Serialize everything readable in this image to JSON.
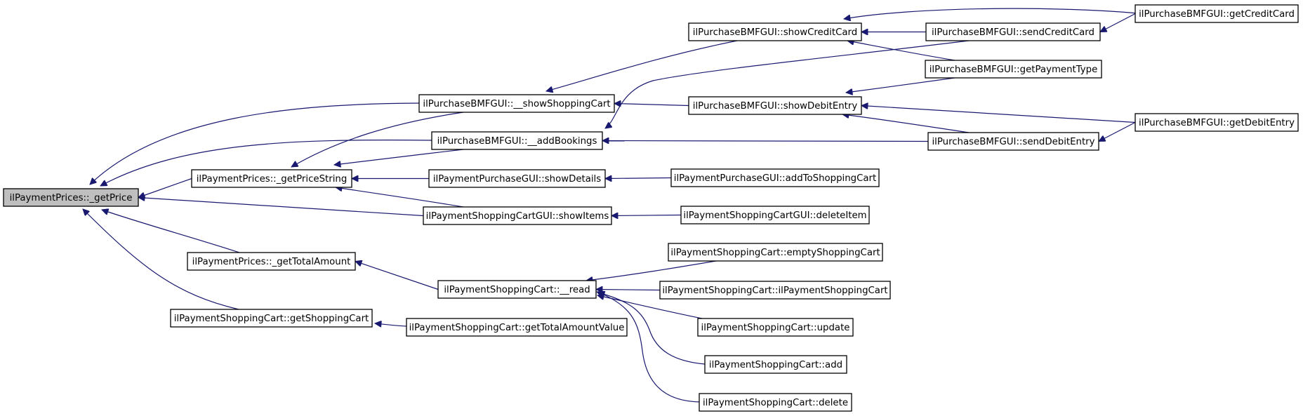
{
  "graph": {
    "edge_color": "#191970",
    "root_fill": "#bfbfbf",
    "nodes": [
      {
        "id": "getPrice",
        "label": "ilPaymentPrices::_getPrice",
        "root": true
      },
      {
        "id": "getPriceString",
        "label": "ilPaymentPrices::_getPriceString"
      },
      {
        "id": "getTotalAmount",
        "label": "ilPaymentPrices::_getTotalAmount"
      },
      {
        "id": "getShoppingCart",
        "label": "ilPaymentShoppingCart::getShoppingCart"
      },
      {
        "id": "showShoppingCart",
        "label": "ilPurchaseBMFGUI::__showShoppingCart"
      },
      {
        "id": "addBookings",
        "label": "ilPurchaseBMFGUI::__addBookings"
      },
      {
        "id": "showDetails",
        "label": "ilPaymentPurchaseGUI::showDetails"
      },
      {
        "id": "showItems",
        "label": "ilPaymentShoppingCartGUI::showItems"
      },
      {
        "id": "read",
        "label": "ilPaymentShoppingCart::__read"
      },
      {
        "id": "getTotalAmountValue",
        "label": "ilPaymentShoppingCart::getTotalAmountValue"
      },
      {
        "id": "showCreditCard",
        "label": "ilPurchaseBMFGUI::showCreditCard"
      },
      {
        "id": "showDebitEntry",
        "label": "ilPurchaseBMFGUI::showDebitEntry"
      },
      {
        "id": "addToShoppingCart",
        "label": "ilPaymentPurchaseGUI::addToShoppingCart"
      },
      {
        "id": "deleteItem",
        "label": "ilPaymentShoppingCartGUI::deleteItem"
      },
      {
        "id": "emptyShoppingCart",
        "label": "ilPaymentShoppingCart::emptyShoppingCart"
      },
      {
        "id": "ctor",
        "label": "ilPaymentShoppingCart::ilPaymentShoppingCart"
      },
      {
        "id": "update",
        "label": "ilPaymentShoppingCart::update"
      },
      {
        "id": "add",
        "label": "ilPaymentShoppingCart::add"
      },
      {
        "id": "delete",
        "label": "ilPaymentShoppingCart::delete"
      },
      {
        "id": "sendCreditCard",
        "label": "ilPurchaseBMFGUI::sendCreditCard"
      },
      {
        "id": "getPaymentType",
        "label": "ilPurchaseBMFGUI::getPaymentType"
      },
      {
        "id": "sendDebitEntry",
        "label": "ilPurchaseBMFGUI::sendDebitEntry"
      },
      {
        "id": "getCreditCard",
        "label": "ilPurchaseBMFGUI::getCreditCard"
      },
      {
        "id": "getDebitEntry",
        "label": "ilPurchaseBMFGUI::getDebitEntry"
      }
    ],
    "edges": [
      {
        "from": "getPriceString",
        "to": "getPrice"
      },
      {
        "from": "getTotalAmount",
        "to": "getPrice"
      },
      {
        "from": "getShoppingCart",
        "to": "getPrice"
      },
      {
        "from": "showShoppingCart",
        "to": "getPrice"
      },
      {
        "from": "addBookings",
        "to": "getPrice"
      },
      {
        "from": "showItems",
        "to": "getPrice"
      },
      {
        "from": "showShoppingCart",
        "to": "getPriceString"
      },
      {
        "from": "addBookings",
        "to": "getPriceString"
      },
      {
        "from": "showDetails",
        "to": "getPriceString"
      },
      {
        "from": "showItems",
        "to": "getPriceString"
      },
      {
        "from": "read",
        "to": "getTotalAmount"
      },
      {
        "from": "getTotalAmountValue",
        "to": "getShoppingCart"
      },
      {
        "from": "showCreditCard",
        "to": "showShoppingCart"
      },
      {
        "from": "showDebitEntry",
        "to": "showShoppingCart"
      },
      {
        "from": "sendCreditCard",
        "to": "addBookings"
      },
      {
        "from": "sendDebitEntry",
        "to": "addBookings"
      },
      {
        "from": "addToShoppingCart",
        "to": "showDetails"
      },
      {
        "from": "deleteItem",
        "to": "showItems"
      },
      {
        "from": "emptyShoppingCart",
        "to": "read"
      },
      {
        "from": "ctor",
        "to": "read"
      },
      {
        "from": "update",
        "to": "read"
      },
      {
        "from": "add",
        "to": "read"
      },
      {
        "from": "delete",
        "to": "read"
      },
      {
        "from": "sendCreditCard",
        "to": "showCreditCard"
      },
      {
        "from": "getPaymentType",
        "to": "showCreditCard"
      },
      {
        "from": "getCreditCard",
        "to": "showCreditCard"
      },
      {
        "from": "getPaymentType",
        "to": "showDebitEntry"
      },
      {
        "from": "sendDebitEntry",
        "to": "showDebitEntry"
      },
      {
        "from": "getDebitEntry",
        "to": "showDebitEntry"
      },
      {
        "from": "getCreditCard",
        "to": "sendCreditCard"
      },
      {
        "from": "getDebitEntry",
        "to": "sendDebitEntry"
      }
    ]
  }
}
